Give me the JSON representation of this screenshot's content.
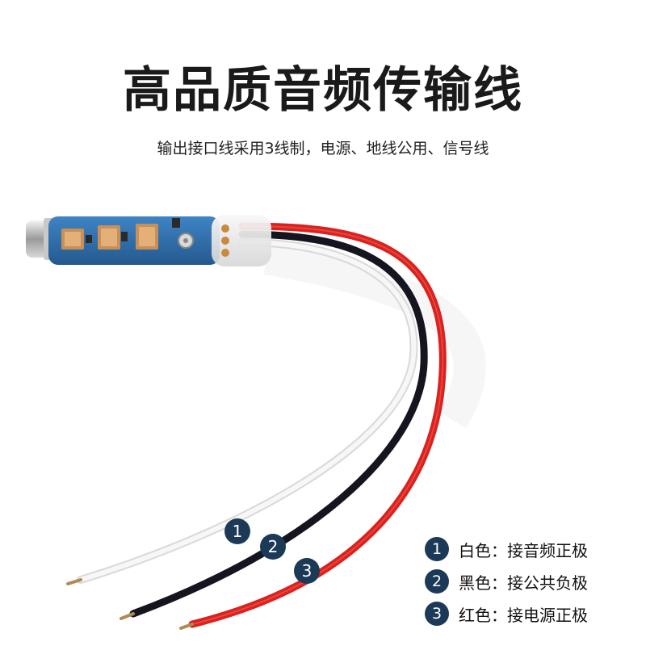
{
  "title": "高品质音频传输线",
  "subtitle": "输出接口线采用3线制，电源、地线公用、信号线",
  "wire_colors": {
    "white": "#ececec",
    "black": "#15151f",
    "red": "#d8221f",
    "board": "#2f6fb0",
    "badge": "#1c3a57"
  },
  "badges": [
    "1",
    "2",
    "3"
  ],
  "legend": [
    {
      "num": "1",
      "text": "白色：接音频正极"
    },
    {
      "num": "2",
      "text": "黑色：接公共负极"
    },
    {
      "num": "3",
      "text": "红色：接电源正极"
    }
  ]
}
